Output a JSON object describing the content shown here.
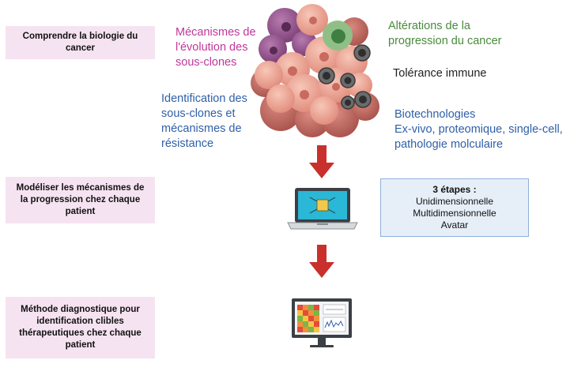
{
  "steps": [
    {
      "text": "Comprendre la biologie du cancer"
    },
    {
      "text": "Modéliser les mécanismes de la progression chez chaque patient"
    },
    {
      "text": "Méthode diagnostique pour identification clibles thérapeutiques chez chaque patient"
    }
  ],
  "labels": {
    "subclones": [
      "Mécanismes de",
      "l'évolution des",
      "sous-clones"
    ],
    "alterations": [
      "Altérations de la",
      "progression du cancer"
    ],
    "immune": [
      "Tolérance immune"
    ],
    "identification": [
      "Identification des",
      "sous-clones et",
      "mécanismes de",
      "résistance"
    ],
    "biotech": [
      "Biotechnologies",
      "Ex-vivo, proteomique, single-cell,",
      "pathologie molculaire"
    ]
  },
  "steps_box": {
    "title": "3 étapes :",
    "items": [
      "Unidimensionnelle",
      "Multidimensionnelle",
      "Avatar"
    ]
  },
  "icons": {
    "cluster": "cancer-cell-cluster-icon",
    "arrow": "down-arrow-icon",
    "laptop": "laptop-chip-icon",
    "monitor": "monitor-heatmap-icon"
  },
  "colors": {
    "step_bg": "#f6e3f1",
    "arrow": "#c9302c",
    "subclones_text": "#c0379a",
    "alterations_text": "#4a8a3b",
    "blue_text": "#2f5fa8"
  }
}
